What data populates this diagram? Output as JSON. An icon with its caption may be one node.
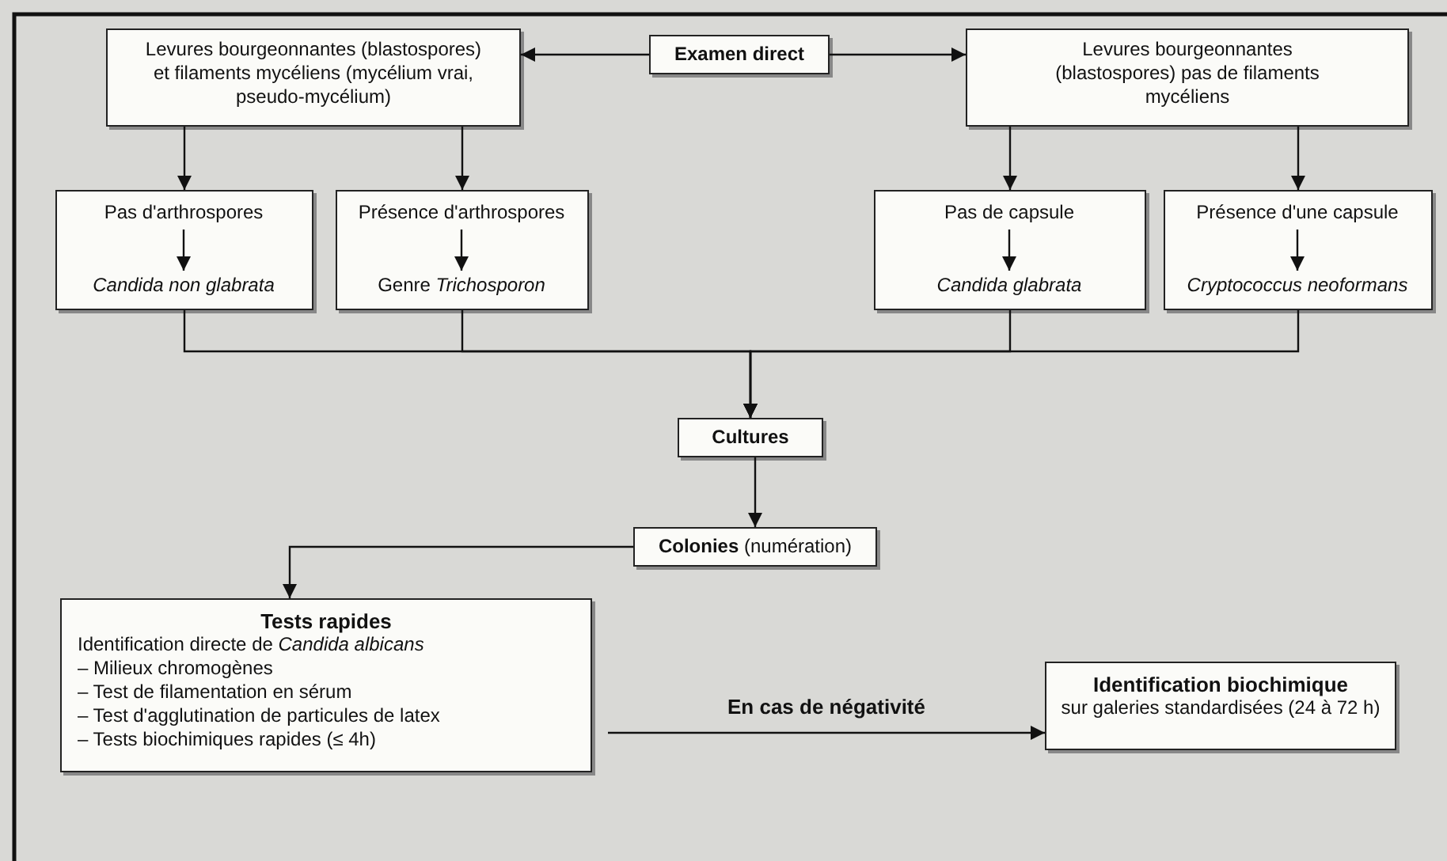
{
  "diagram": {
    "nodes": [
      {
        "text": [
          "Examen direct"
        ]
      },
      {
        "text": [
          "Levures bourgeonnantes (blastospores) et filaments mycéliens (mycélium vrai, pseudo-mycélium)"
        ]
      },
      {
        "text": [
          "Levures bourgeonnantes (blastospores) pas de filaments mycéliens"
        ]
      },
      {
        "text": [],
        "shape": "box"
      },
      {
        "text": [
          "Pas d'arthrospores"
        ],
        "in": 3
      },
      {
        "text": [
          "Candida non glabrata"
        ],
        "in": 3
      },
      {
        "text": [],
        "shape": "box"
      },
      {
        "text": [
          "Présence d'arthrospores"
        ],
        "in": 6
      },
      {
        "text": [
          "Genre *Trichosporon*"
        ],
        "in": 6
      },
      {
        "text": [],
        "shape": "box"
      },
      {
        "text": [
          "Pas de capsule"
        ],
        "in": 9
      },
      {
        "text": [
          "Candida glabrata"
        ],
        "in": 9
      },
      {
        "text": [],
        "shape": "box"
      },
      {
        "text": [
          "Présence d'une capsule"
        ],
        "in": 12
      },
      {
        "text": [
          "Cryptococcus neoformans"
        ],
        "in": 12
      },
      {
        "text": [
          "Cultures"
        ]
      },
      {
        "text": [
          "**Colonies** (numération)"
        ]
      },
      {
        "text": [
          "Tests rapides",
          "Identification directe de *Candida albicans*",
          "– Milieux chromogènes",
          "– Test de filamentation en sérum",
          "– Test d'agglutination de particules de latex",
          "– Tests biochimiques rapides (≤ 4h)"
        ]
      },
      {
        "text": [
          "Identification biochimique",
          "sur galeries standardisées (24 à 72 h)"
        ]
      }
    ],
    "edges": [
      {
        "from": 0,
        "to": 1,
        "arrow": "to"
      },
      {
        "from": 0,
        "to": 2,
        "arrow": "to"
      },
      {
        "from": 1,
        "to": 3,
        "arrow": "to"
      },
      {
        "from": 1,
        "to": 6,
        "arrow": "to"
      },
      {
        "from": 2,
        "to": 9,
        "arrow": "to"
      },
      {
        "from": 2,
        "to": 12,
        "arrow": "to"
      },
      {
        "from": 4,
        "to": 5,
        "arrow": "to"
      },
      {
        "from": 7,
        "to": 8,
        "arrow": "to"
      },
      {
        "from": 10,
        "to": 11,
        "arrow": "to"
      },
      {
        "from": 13,
        "to": 14,
        "arrow": "to"
      },
      {
        "from": 3,
        "to": 15,
        "arrow": "to"
      },
      {
        "from": 6,
        "to": 15,
        "arrow": "to"
      },
      {
        "from": 9,
        "to": 15,
        "arrow": "to"
      },
      {
        "from": 12,
        "to": 15,
        "arrow": "to"
      },
      {
        "from": 15,
        "to": 16,
        "arrow": "to"
      },
      {
        "from": 16,
        "to": 17,
        "arrow": "to"
      },
      {
        "from": 17,
        "to": 18,
        "label": "En cas de négativité",
        "arrow": "to"
      }
    ]
  }
}
